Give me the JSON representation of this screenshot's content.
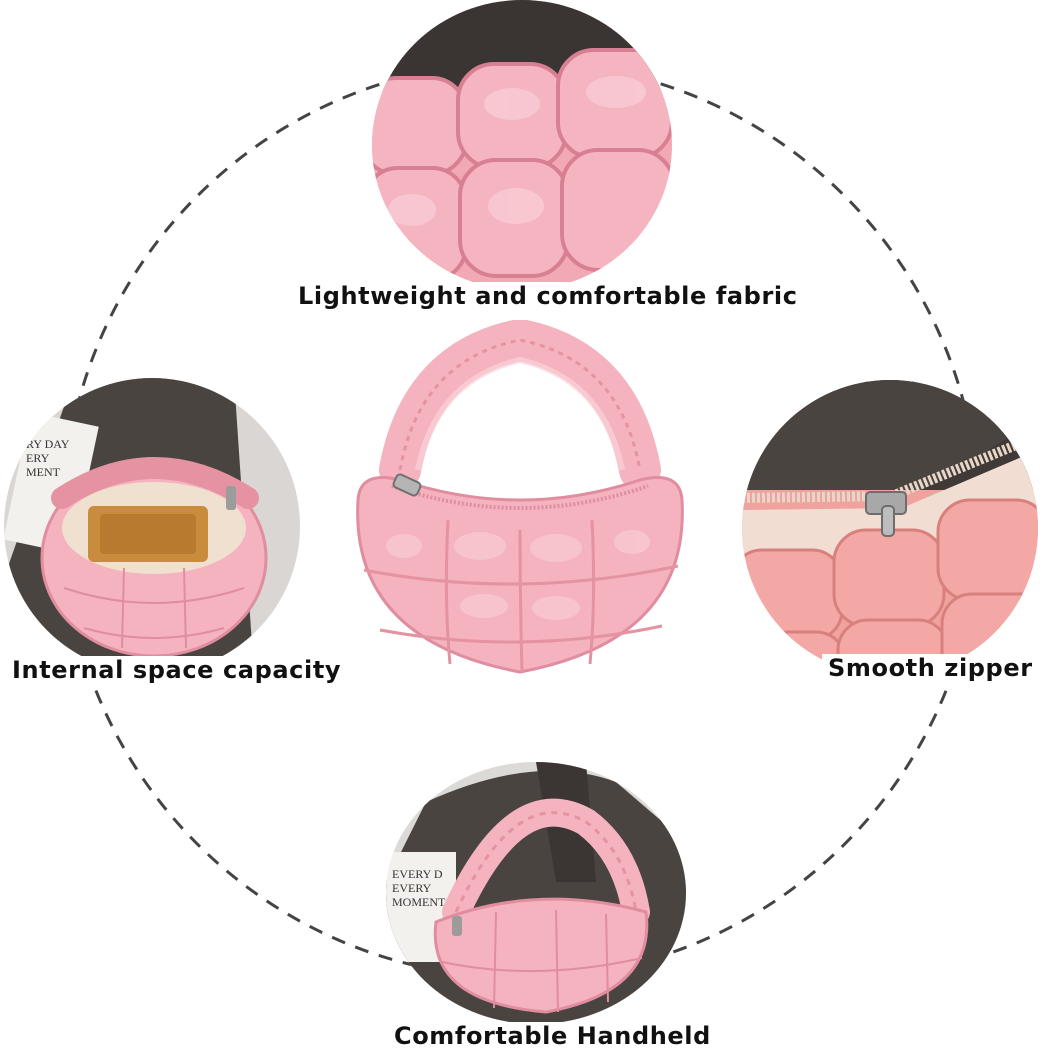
{
  "captions": {
    "top": "Lightweight and comfortable fabric",
    "left": "Internal space capacity",
    "right": "Smooth zipper",
    "bottom": "Comfortable Handheld"
  },
  "photo_text": {
    "left_book": "...RY DAY\n...ERY\n...MENT",
    "bottom_book": "EVERY D\nEVERY\nMOMENT"
  },
  "colors": {
    "bag_pink": "#f4b3bf",
    "bag_shadow": "#e592a2",
    "bag_highlight": "#fbd3da",
    "jacket": "#4a4441",
    "wallet": "#c98b3c",
    "dashed_ring": "#444444"
  }
}
